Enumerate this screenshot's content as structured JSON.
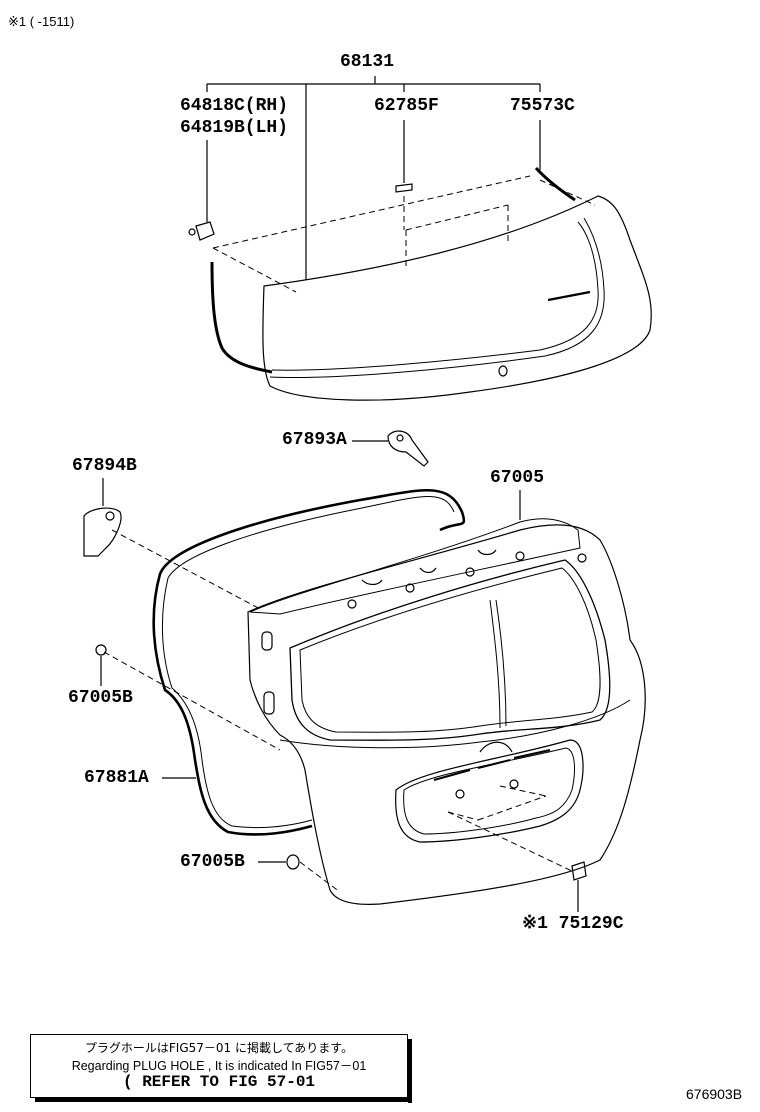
{
  "header_note": "※1 (     -1511)",
  "parts": {
    "p68131": "68131",
    "p64818c": "64818C(RH)",
    "p64819b": "64819B(LH)",
    "p62785f": "62785F",
    "p75573c": "75573C",
    "p67893a": "67893A",
    "p67894b": "67894B",
    "p67005": "67005",
    "p67005b_upper": "67005B",
    "p67881a": "67881A",
    "p67005b_lower": "67005B",
    "p75129c": "※1 75129C"
  },
  "note": {
    "line1": "プラグホールはFIG57－01 に掲載してあります。",
    "line2": "Regarding  PLUG  HOLE  , It is  indicated  In  FIG57－01",
    "line3": "( REFER TO FIG 57-01"
  },
  "figure_id": "676903B"
}
